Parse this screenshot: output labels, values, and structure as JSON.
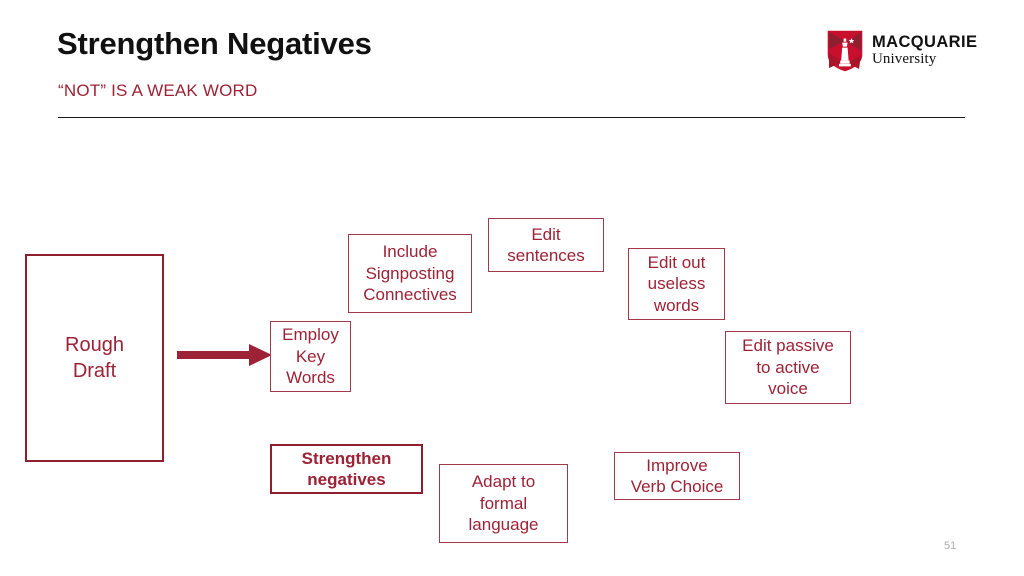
{
  "slide": {
    "title": "Strengthen Negatives",
    "subtitle": "“NOT” IS A WEAK WORD",
    "page_number": "51"
  },
  "logo": {
    "name_top": "MACQUARIE",
    "name_bottom": "University",
    "shield_icon": "macquarie-shield-lighthouse-icon",
    "shield_color": "#c8102e",
    "shield_dark_color": "#8f1f2f"
  },
  "colors": {
    "accent_red": "#9d2235",
    "border_red": "#a03a4c",
    "strong_red": "#8f1f2f",
    "title_black": "#111111",
    "page_number_gray": "#aeaeae",
    "background": "#ffffff"
  },
  "flow": {
    "arrow_icon": "right-arrow-icon",
    "start_node": {
      "label": "Rough\nDraft",
      "lines": [
        "Rough",
        "Draft"
      ]
    },
    "nodes": [
      {
        "id": "employ-key-words",
        "lines": [
          "Employ",
          "Key",
          "Words"
        ],
        "highlight": false
      },
      {
        "id": "include-signposting",
        "lines": [
          "Include",
          "Signposting",
          "Connectives"
        ],
        "highlight": false
      },
      {
        "id": "edit-sentences",
        "lines": [
          "Edit",
          "sentences"
        ],
        "highlight": false
      },
      {
        "id": "edit-out-useless",
        "lines": [
          "Edit out",
          "useless",
          "words"
        ],
        "highlight": false
      },
      {
        "id": "edit-passive",
        "lines": [
          "Edit passive",
          "to active",
          "voice"
        ],
        "highlight": false
      },
      {
        "id": "strengthen-negatives",
        "lines": [
          "Strengthen",
          "negatives"
        ],
        "highlight": true
      },
      {
        "id": "adapt-formal",
        "lines": [
          "Adapt to",
          "formal",
          "language"
        ],
        "highlight": false
      },
      {
        "id": "improve-verb-choice",
        "lines": [
          "Improve",
          "Verb Choice"
        ],
        "highlight": false
      }
    ]
  }
}
